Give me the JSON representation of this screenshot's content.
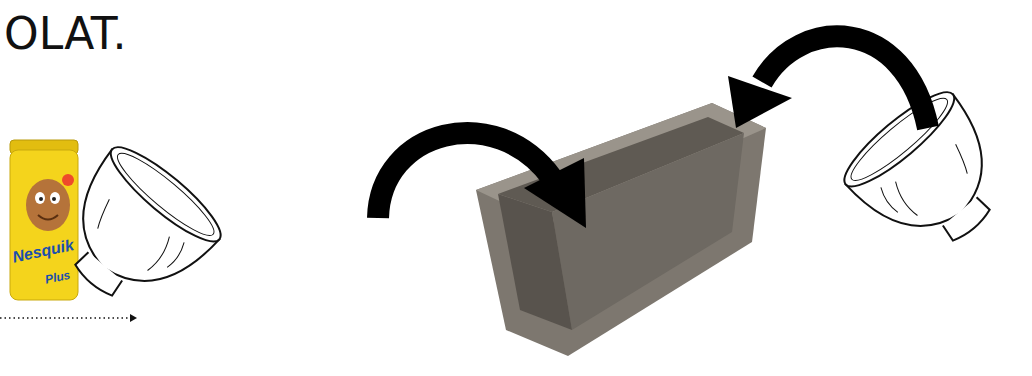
{
  "diagram": {
    "labels": [
      "OLAT.",
      "Nesquik",
      "Plus"
    ]
  }
}
